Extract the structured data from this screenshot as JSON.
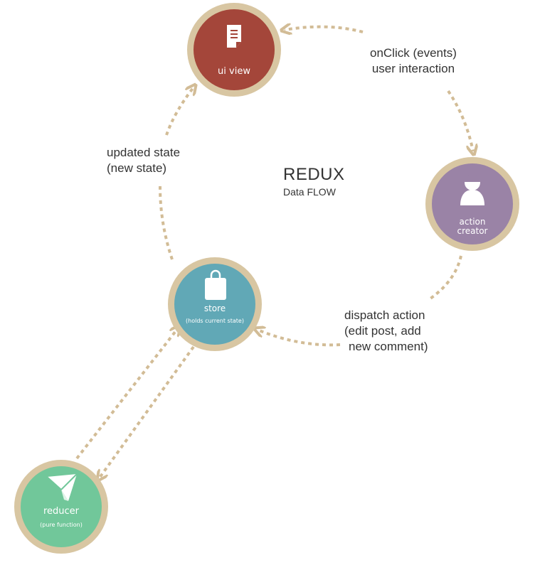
{
  "title": "REDUX",
  "subtitle": "Data FLOW",
  "nodes": {
    "ui_view": {
      "label": "ui view",
      "icon": "document-icon",
      "color": "#a4463a"
    },
    "action_creator": {
      "label_line1": "action",
      "label_line2": "creator",
      "icon": "user-icon",
      "color": "#9a83a6"
    },
    "store": {
      "label": "store",
      "sublabel": "(holds current state)",
      "icon": "shopping-bag-icon",
      "color": "#61a8b6"
    },
    "reducer": {
      "label": "reducer",
      "sublabel": "(pure function)",
      "icon": "paper-plane-icon",
      "color": "#71c79a"
    }
  },
  "annotations": {
    "onclick": {
      "line1": "onClick (events)",
      "line2": "user interaction"
    },
    "updated": {
      "line1": "updated state",
      "line2": "(new state)"
    },
    "dispatch": {
      "line1": "dispatch action",
      "line2": "(edit post, add",
      "line3": "new comment)"
    }
  },
  "colors": {
    "ring": "#d8c6a2",
    "arrow": "#d2bc96",
    "text": "#333333"
  }
}
